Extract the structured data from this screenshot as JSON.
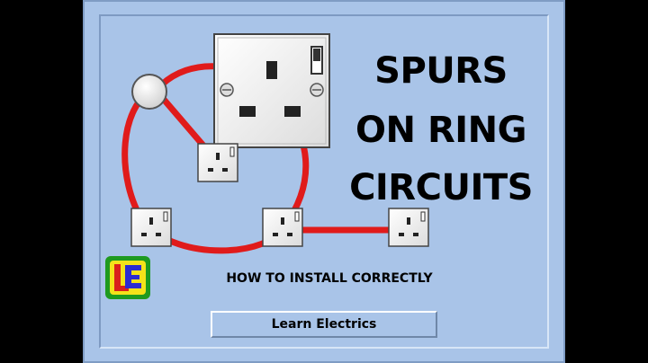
{
  "title_lines": [
    "SPURS",
    "ON RING",
    "CIRCUITS"
  ],
  "subtitle": "HOW TO INSTALL CORRECTLY",
  "brand_name": "Learn Electrics",
  "logo": {
    "letters": "LE",
    "colors": {
      "outer": "#1f9a1f",
      "inner": "#f4e21a",
      "letter_l": "#d9201c",
      "letter_e": "#2b2bd1"
    }
  },
  "colors": {
    "background": "#a9c4e8",
    "ring_cable": "#e01b1b",
    "socket_plate": "#ffffff",
    "text": "#000000"
  },
  "icons": [
    "ceiling-rose-icon",
    "double-socket-icon",
    "single-socket-icon",
    "logo-icon"
  ]
}
